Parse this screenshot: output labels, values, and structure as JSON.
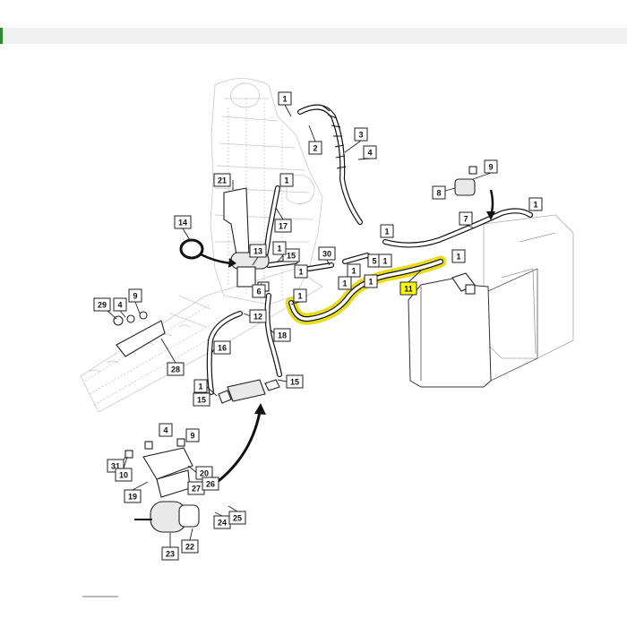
{
  "diagram": {
    "callouts": [
      "1",
      "2",
      "3",
      "4",
      "9",
      "8",
      "7",
      "21",
      "17",
      "14",
      "13",
      "15",
      "30",
      "5",
      "6",
      "1",
      "11",
      "29",
      "4",
      "9",
      "12",
      "18",
      "16",
      "28",
      "1",
      "15",
      "31",
      "10",
      "20",
      "19",
      "27",
      "26",
      "24",
      "25",
      "23",
      "22",
      "1",
      "1",
      "1",
      "1",
      "1",
      "1",
      "1",
      "1",
      "1",
      "1",
      "9",
      "15",
      "4"
    ],
    "highlighted_part": "11"
  },
  "colors": {
    "highlight": "#ffff00",
    "highlight_stroke": "#e6d800",
    "accent": "#2e8b2e",
    "bar": "#f0f0f0"
  }
}
